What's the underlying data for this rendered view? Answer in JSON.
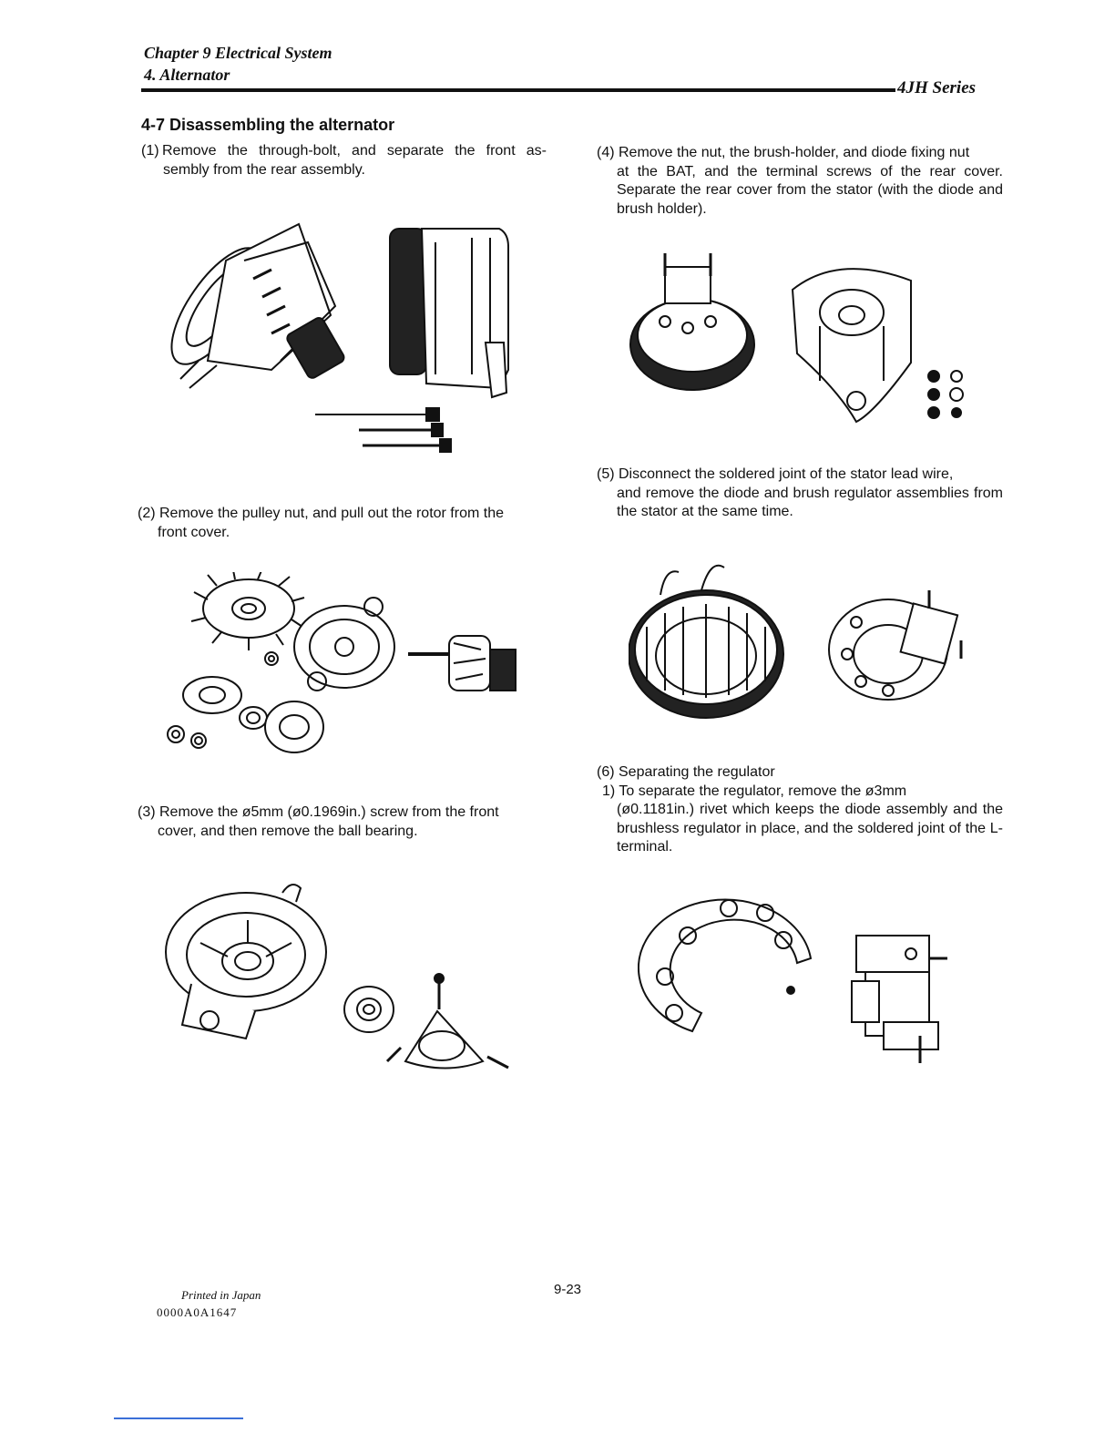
{
  "header": {
    "chapter": "Chapter 9 Electrical System",
    "section": "4. Alternator",
    "series": "4JH  Series"
  },
  "section_title": "4-7 Disassembling the alternator",
  "steps": {
    "s1": {
      "num": "(1)",
      "text": "Remove the through-bolt, and separate the front as- sembly from the rear assembly."
    },
    "s2": {
      "line1": "(2) Remove the pulley nut, and pull out the rotor from the",
      "line2": "front cover."
    },
    "s3": {
      "line1": "(3) Remove the ø5mm (ø0.1969in.) screw from the front",
      "line2": "cover, and then remove the ball bearing."
    },
    "s4": {
      "line1": "(4) Remove the nut, the brush-holder, and diode fixing nut",
      "line2": "at the BAT, and the terminal screws of the rear cover. Separate the rear cover from the stator (with the diode and brush holder)."
    },
    "s5": {
      "line1": "(5) Disconnect the soldered joint of the stator lead wire,",
      "line2": "and remove the diode and brush regulator assemblies from the stator at the same time."
    },
    "s6": {
      "heading": "(6) Separating the regulator",
      "line1": "1) To separate the regulator, remove the ø3mm",
      "line2": "(ø0.1181in.) rivet which keeps the diode assembly and the brushless regulator in place, and the soldered joint of the L-terminal."
    }
  },
  "footer": {
    "printed": "Printed  in  Japan",
    "code": "0000A0A1647",
    "page": "9-23"
  }
}
